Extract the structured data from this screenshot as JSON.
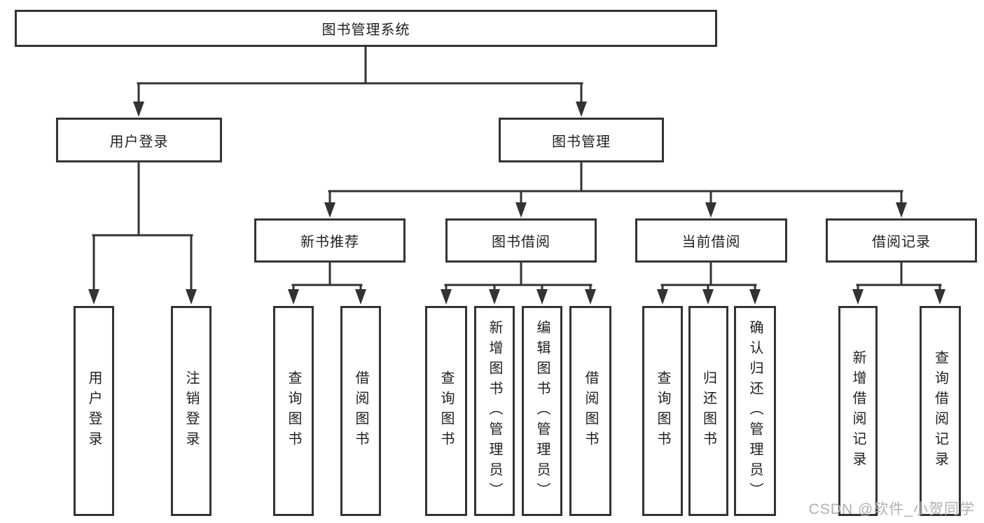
{
  "diagram_title": "图书管理系统",
  "colors": {
    "line": "#333333",
    "box_border": "#333333",
    "box_fill": "#ffffff",
    "text": "#1f1f1f",
    "watermark": "#b0b0b0"
  },
  "tree": {
    "root": {
      "label": "图书管理系统",
      "children": [
        {
          "label": "用户登录",
          "children": [
            {
              "label": "用户登录"
            },
            {
              "label": "注销登录"
            }
          ]
        },
        {
          "label": "图书管理",
          "children": [
            {
              "label": "新书推荐",
              "children": [
                {
                  "label": "查询图书"
                },
                {
                  "label": "借阅图书"
                }
              ]
            },
            {
              "label": "图书借阅",
              "children": [
                {
                  "label": "查询图书"
                },
                {
                  "label": "新增图书（管理员）"
                },
                {
                  "label": "编辑图书（管理员）"
                },
                {
                  "label": "借阅图书"
                }
              ]
            },
            {
              "label": "当前借阅",
              "children": [
                {
                  "label": "查询图书"
                },
                {
                  "label": "归还图书"
                },
                {
                  "label": "确认归还（管理员）"
                }
              ]
            },
            {
              "label": "借阅记录",
              "children": [
                {
                  "label": "新增借阅记录"
                },
                {
                  "label": "查询借阅记录"
                }
              ]
            }
          ]
        }
      ]
    }
  },
  "watermark": {
    "text": "CSDN @软件_小贺同学"
  }
}
